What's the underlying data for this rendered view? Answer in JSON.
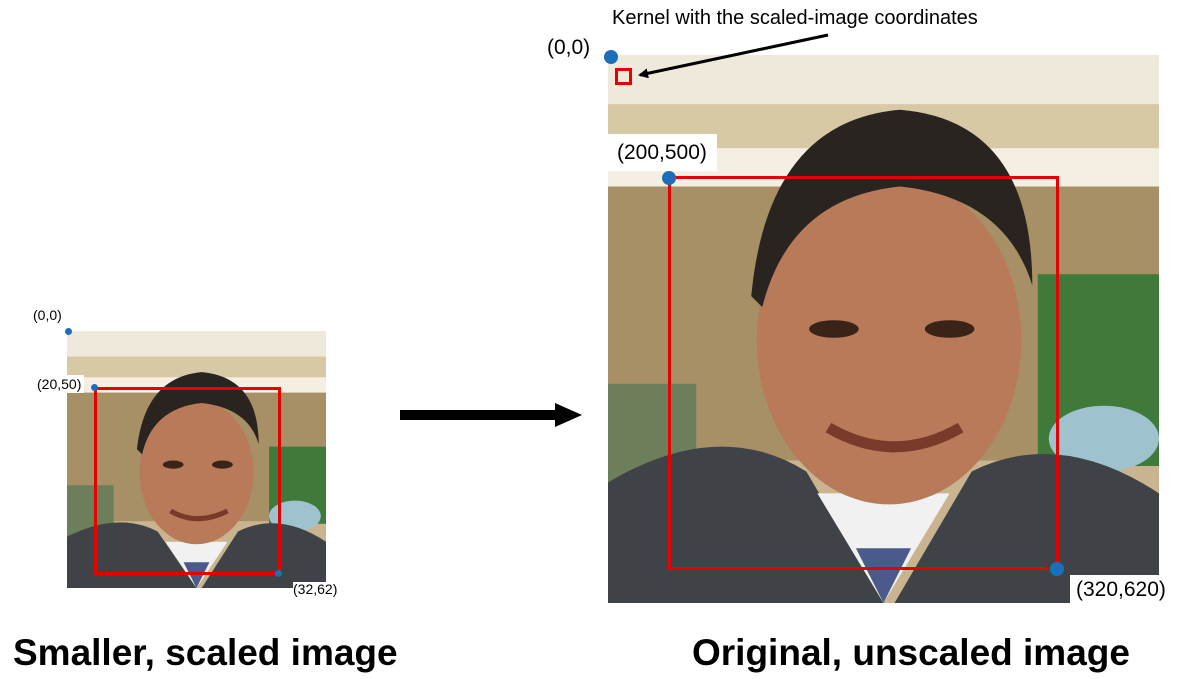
{
  "captions": {
    "left": "Smaller, scaled image",
    "right": "Original, unscaled image"
  },
  "kernel_label": "Kernel with the scaled-image coordinates",
  "small_image": {
    "origin": "(0,0)",
    "box_top_left": "(20,50)",
    "box_bottom_right": "(32,62)"
  },
  "large_image": {
    "origin": "(0,0)",
    "box_top_left": "(200,500)",
    "box_bottom_right": "(320,620)"
  },
  "colors": {
    "box": "#e60000",
    "point": "#1a6fb8",
    "arrow": "#000000"
  }
}
